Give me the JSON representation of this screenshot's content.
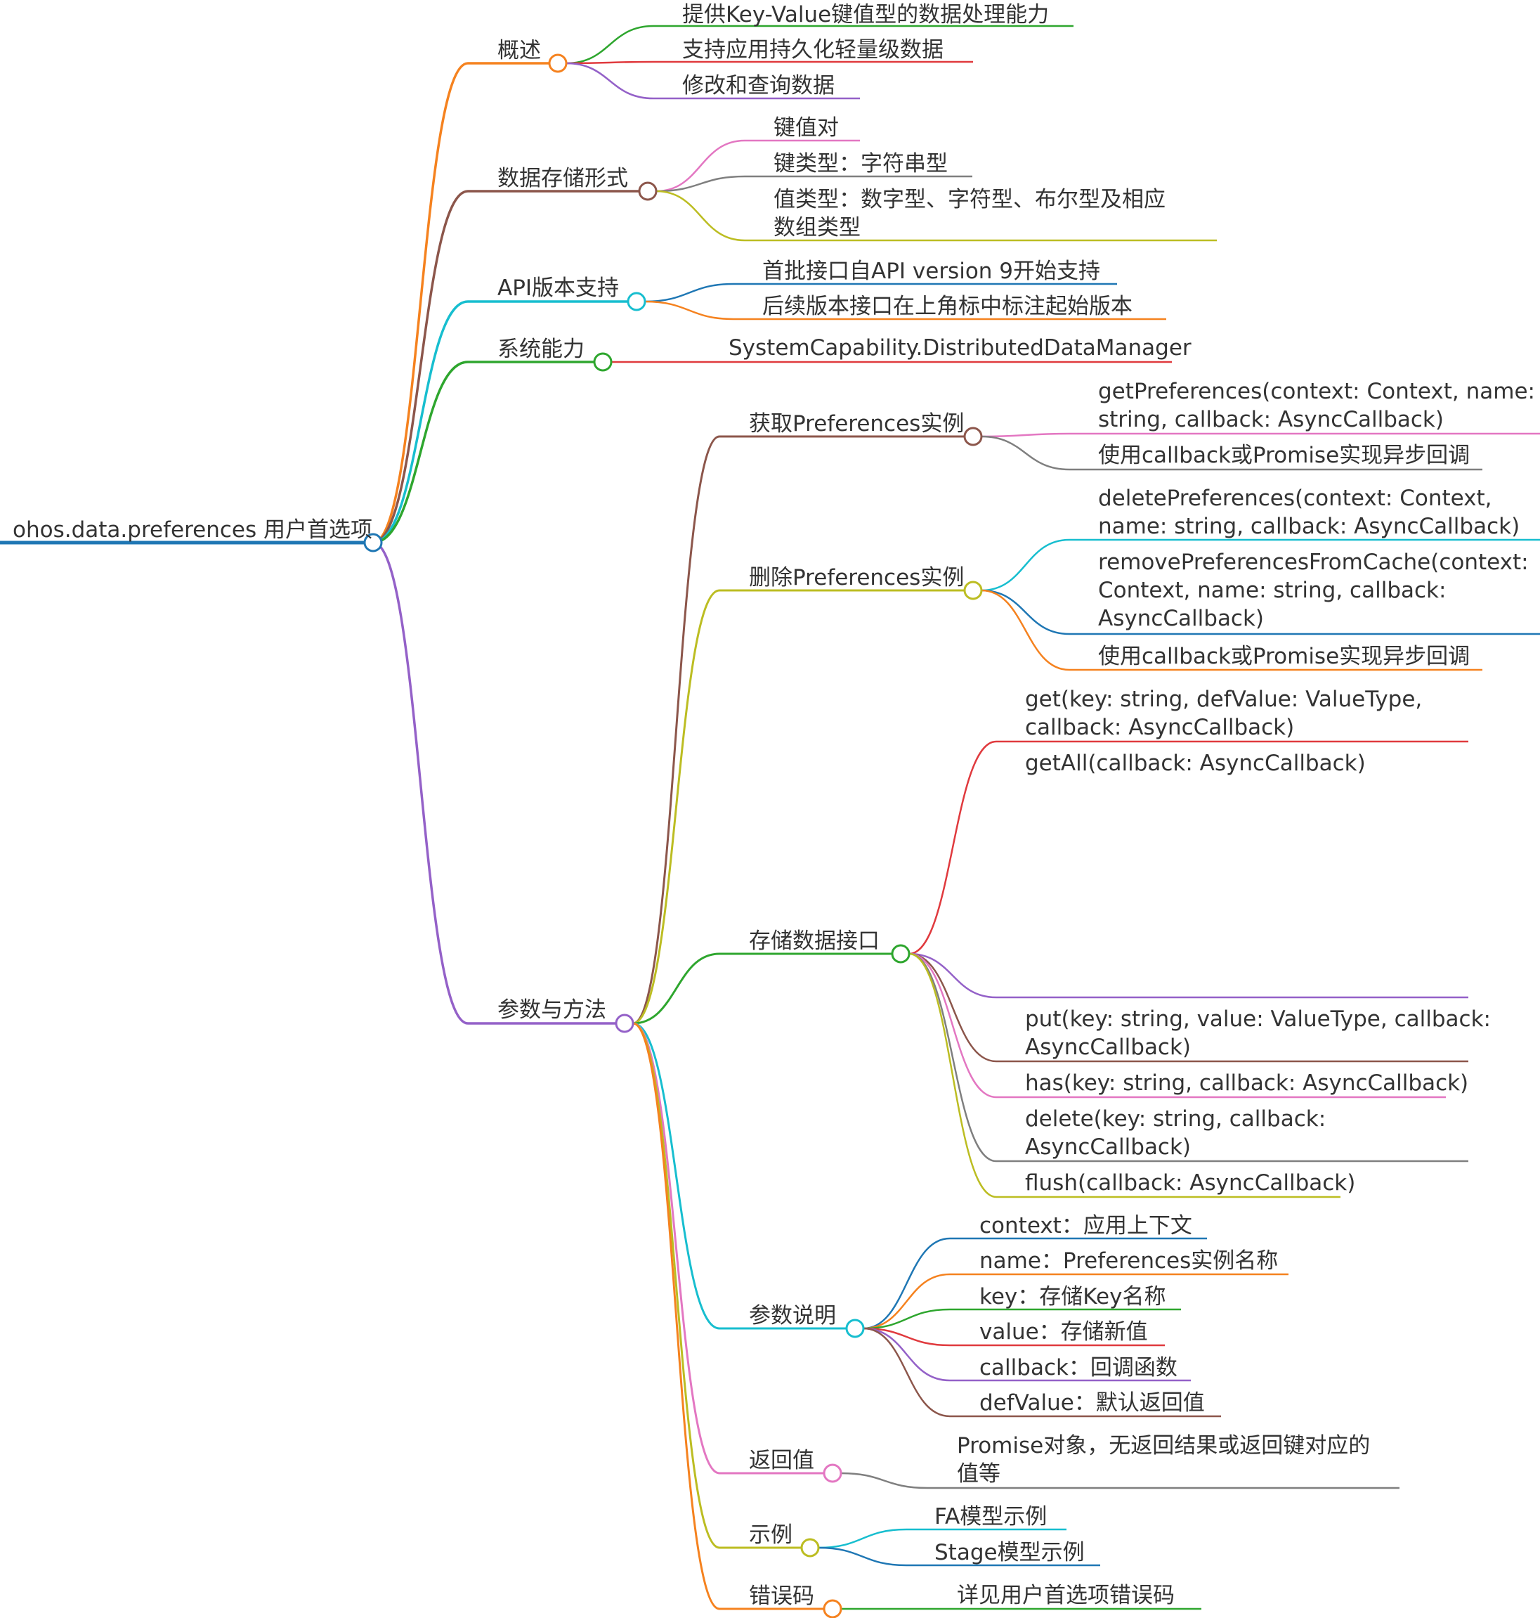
{
  "title": "ohos.data.preferences 用户首选项",
  "branches": [
    {
      "label": "概述",
      "color": "#f5821f",
      "children": [
        {
          "label": "提供Key-Value键值型的数据处理能力",
          "color": "#2ea62e"
        },
        {
          "label": "支持应用持久化轻量级数据",
          "color": "#e03a3e"
        },
        {
          "label": "修改和查询数据",
          "color": "#9461c8"
        }
      ]
    },
    {
      "label": "数据存储形式",
      "color": "#8c564b",
      "children": [
        {
          "label": "键值对",
          "color": "#e377c2"
        },
        {
          "label": "键类型：字符串型",
          "color": "#7f7f7f"
        },
        {
          "label": "值类型：数字型、字符型、布尔型及相应\n数组类型",
          "color": "#bcbd22"
        }
      ]
    },
    {
      "label": "API版本支持",
      "color": "#17becf",
      "children": [
        {
          "label": "首批接口自API version 9开始支持",
          "color": "#1f77b4"
        },
        {
          "label": "后续版本接口在上角标中标注起始版本",
          "color": "#f5821f"
        }
      ]
    },
    {
      "label": "系统能力",
      "color": "#2ea62e",
      "children": [
        {
          "label": "SystemCapability.DistributedDataManager",
          "color": "#e03a3e"
        }
      ]
    },
    {
      "label": "参数与方法",
      "color": "#9461c8",
      "children": [
        {
          "label": "获取Preferences实例",
          "color": "#8c564b",
          "children": [
            {
              "label": "getPreferences(context: Context, name:\nstring, callback: AsyncCallback)",
              "color": "#e377c2"
            },
            {
              "label": "使用callback或Promise实现异步回调",
              "color": "#7f7f7f"
            }
          ]
        },
        {
          "label": "删除Preferences实例",
          "color": "#bcbd22",
          "children": [
            {
              "label": "deletePreferences(context: Context,\nname: string, callback: AsyncCallback)",
              "color": "#17becf"
            },
            {
              "label": "removePreferencesFromCache(context:\nContext, name: string, callback:\nAsyncCallback)",
              "color": "#1f77b4"
            },
            {
              "label": "使用callback或Promise实现异步回调",
              "color": "#f5821f"
            }
          ]
        },
        {
          "label": "存储数据接口",
          "color": "#2ea62e",
          "children": [
            {
              "label": "get(key: string, defValue: ValueType,\ncallback: AsyncCallback)",
              "color": "#e03a3e"
            },
            {
              "label": "getAll(callback: AsyncCallback)",
              "color": "#9461c8"
            },
            {
              "label": "put(key: string, value: ValueType, callback:\nAsyncCallback)",
              "color": "#8c564b"
            },
            {
              "label": "has(key: string, callback: AsyncCallback)",
              "color": "#e377c2"
            },
            {
              "label": "delete(key: string, callback:\nAsyncCallback)",
              "color": "#7f7f7f"
            },
            {
              "label": "flush(callback: AsyncCallback)",
              "color": "#bcbd22"
            }
          ]
        },
        {
          "label": "参数说明",
          "color": "#17becf",
          "children": [
            {
              "label": "context：应用上下文",
              "color": "#1f77b4"
            },
            {
              "label": "name：Preferences实例名称",
              "color": "#f5821f"
            },
            {
              "label": "key：存储Key名称",
              "color": "#2ea62e"
            },
            {
              "label": "value：存储新值",
              "color": "#e03a3e"
            },
            {
              "label": "callback：回调函数",
              "color": "#9461c8"
            },
            {
              "label": "defValue：默认返回值",
              "color": "#8c564b"
            }
          ]
        },
        {
          "label": "返回值",
          "color": "#e377c2",
          "children": [
            {
              "label": "Promise对象，无返回结果或返回键对应的\n值等",
              "color": "#7f7f7f"
            }
          ]
        },
        {
          "label": "示例",
          "color": "#bcbd22",
          "children": [
            {
              "label": "FA模型示例",
              "color": "#17becf"
            },
            {
              "label": "Stage模型示例",
              "color": "#1f77b4"
            }
          ]
        },
        {
          "label": "错误码",
          "color": "#f5821f",
          "children": [
            {
              "label": "详见用户首选项错误码",
              "color": "#2ea62e"
            }
          ]
        }
      ]
    }
  ],
  "colors": {
    "root_line": "#1f77b4",
    "text": "#333333",
    "background": "#ffffff"
  }
}
